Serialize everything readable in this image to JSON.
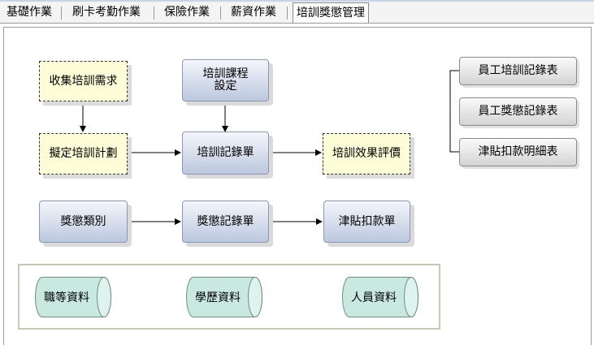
{
  "tabs": [
    {
      "label": "基礎作業",
      "active": false
    },
    {
      "label": "刷卡考勤作業",
      "active": false
    },
    {
      "label": "保險作業",
      "active": false
    },
    {
      "label": "薪資作業",
      "active": false
    },
    {
      "label": "培訓獎懲管理",
      "active": true
    }
  ],
  "flow": {
    "collect_training_needs": "收集培訓需求",
    "training_course_setup": "培訓課程\n設定",
    "draft_training_plan": "擬定培訓計劃",
    "training_record_form": "培訓記錄單",
    "training_evaluation": "培訓效果評價",
    "reward_penalty_category": "獎懲類別",
    "reward_penalty_record_form": "獎懲記錄單",
    "allowance_deduction_form": "津貼扣款單"
  },
  "databases": {
    "job_grade_data": "職等資料",
    "education_data": "學歷資料",
    "personnel_data": "人員資料"
  },
  "reports": {
    "employee_training_report": "員工培訓記錄表",
    "employee_reward_penalty_report": "員工獎懲記錄表",
    "allowance_deduction_detail_report": "津貼扣款明細表"
  },
  "colors": {
    "dashed_fill": "#fdfdd8",
    "blue_top": "#f4f6fb",
    "blue_bottom": "#bcc7de",
    "cylinder_fill": "#c8e8e0",
    "report_fill": "#e6e6e6"
  }
}
